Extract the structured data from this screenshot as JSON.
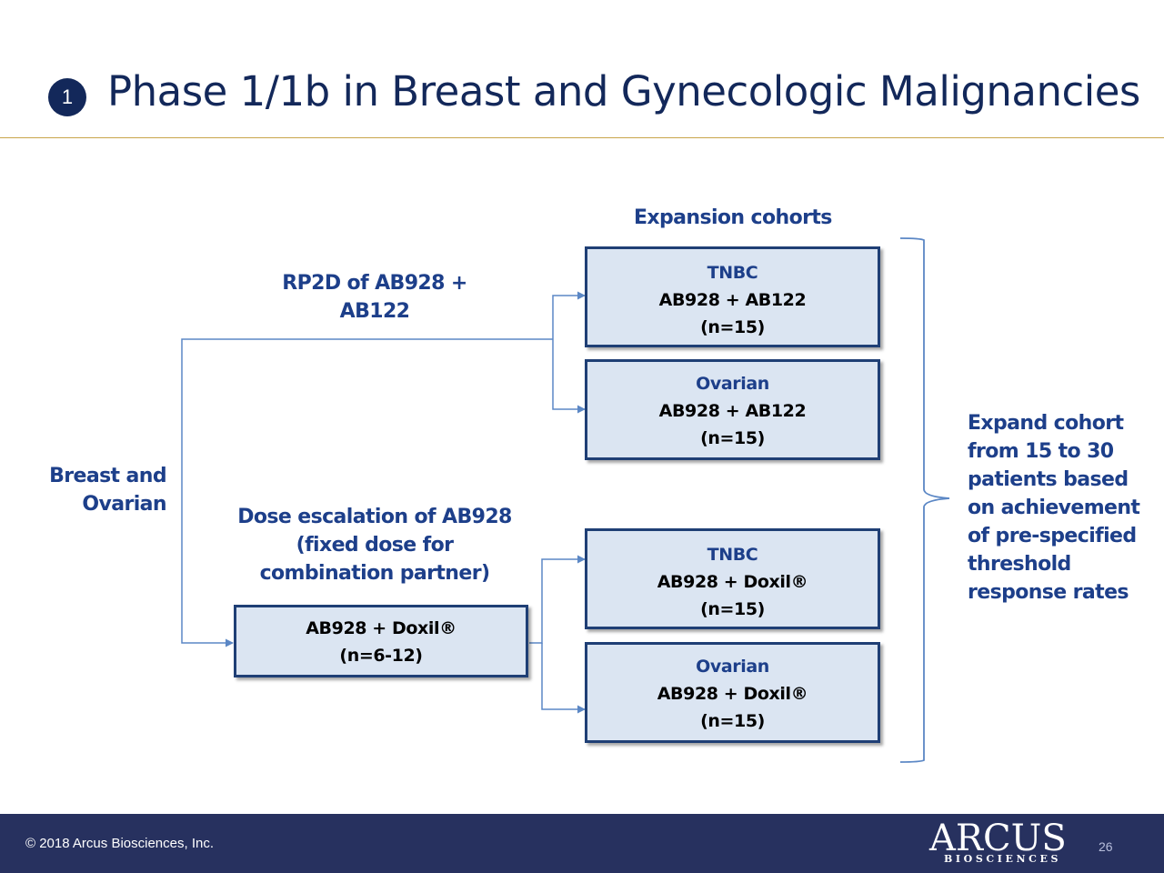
{
  "header": {
    "badge": "1",
    "title": "Phase 1/1b in Breast and Gynecologic Malignancies"
  },
  "diagram": {
    "expansion_heading": "Expansion cohorts",
    "population": [
      "Breast and",
      "Ovarian"
    ],
    "rp2d_label": [
      "RP2D of AB928 +",
      "AB122"
    ],
    "dose_escalation_label": [
      "Dose escalation of AB928",
      "(fixed dose for",
      "combination partner)"
    ],
    "dose_escalation_box": [
      "AB928 + Doxil®",
      "(n=6-12)"
    ],
    "cohorts": [
      {
        "name": "TNBC",
        "regimen": "AB928 + AB122",
        "n": "(n=15)"
      },
      {
        "name": "Ovarian",
        "regimen": "AB928 + AB122",
        "n": "(n=15)"
      },
      {
        "name": "TNBC",
        "regimen": "AB928 + Doxil®",
        "n": "(n=15)"
      },
      {
        "name": "Ovarian",
        "regimen": "AB928 + Doxil®",
        "n": "(n=15)"
      }
    ],
    "expand_note": [
      "Expand cohort",
      "from 15 to 30",
      "patients based",
      "on achievement",
      "of pre-specified",
      "threshold",
      "response rates"
    ]
  },
  "footer": {
    "copyright": "© 2018 Arcus Biosciences, Inc.",
    "logo_main": "ARCUS",
    "logo_sub": "BIOSCIENCES",
    "page_number": "26"
  },
  "colors": {
    "title": "#13285a",
    "label_blue": "#1d3f8a",
    "box_fill": "#dbe5f2",
    "box_border": "#1f3f75",
    "connector": "#5b87c5",
    "title_rule": "#c9a54a",
    "footer_bg": "#27315f"
  },
  "icons": [
    "arrow-head-icon",
    "curly-brace-icon"
  ]
}
